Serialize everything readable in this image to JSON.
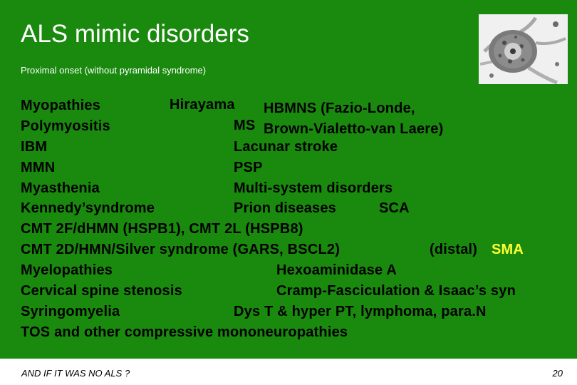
{
  "slide": {
    "title": "ALS mimic disorders",
    "subtitle": "Proximal onset (without pyramidal syndrome)",
    "image_alt": "neuron histology micrograph",
    "lines": {
      "myopathies": "Myopathies",
      "hirayama": "Hirayama",
      "hbmns": "HBMNS (Fazio-Londe,",
      "polymyositis": "Polymyositis",
      "ms": "MS",
      "brown_vialetto": "Brown-Vialetto-van Laere)",
      "ibm": "IBM",
      "lacunar": "Lacunar stroke",
      "mmn": "MMN",
      "psp": "PSP",
      "myasthenia": "Myasthenia",
      "multisystem": "Multi-system disorders",
      "kennedy": "Kennedy’syndrome",
      "prion": "Prion diseases",
      "sca": "SCA",
      "cmt2f": "CMT 2F/dHMN (HSPB1), CMT 2L (HSPB8)",
      "cmt2d": "CMT 2D/HMN/Silver syndrome (GARS, BSCL2)",
      "distal": "(distal)",
      "sma": "SMA",
      "myelopathies": "Myelopathies",
      "hexo": "Hexoaminidase A",
      "cervical": "Cervical spine stenosis",
      "cramp": "Cramp-Fasciculation & Isaac’s syn",
      "syringo": "Syringomyelia",
      "dys": "Dys T & hyper PT, lymphoma, para.N",
      "tos": "TOS and other compressive mononeuropathies"
    },
    "footer_note": "AND IF IT WAS NO ALS ?",
    "page_number": "20"
  },
  "colors": {
    "background": "#1a8a0e",
    "title": "#ffffff",
    "body_text": "#000000",
    "highlight": "#ffff33"
  }
}
